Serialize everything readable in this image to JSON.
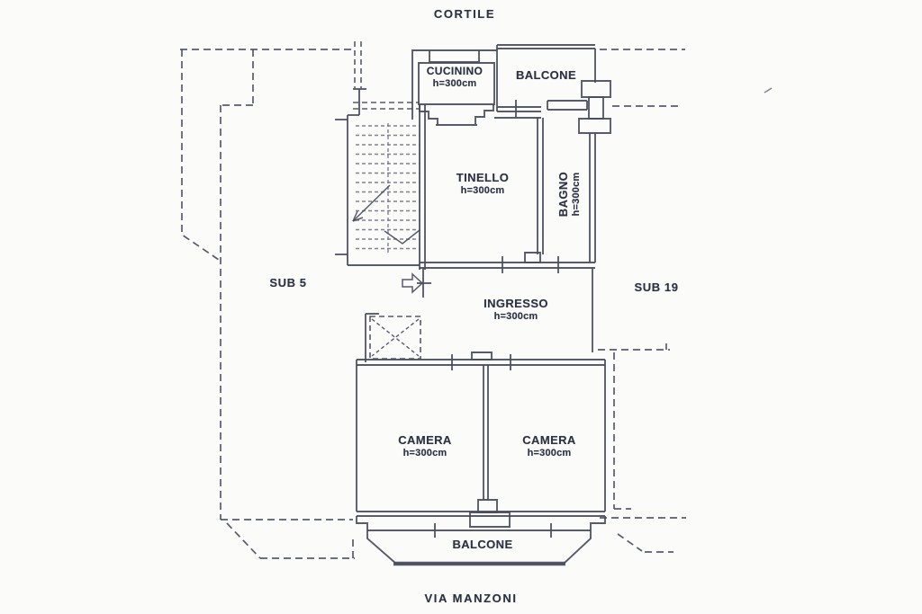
{
  "colors": {
    "line": "#4a4f61",
    "text": "#2d3242",
    "background": "#fbfbfa"
  },
  "site_labels": {
    "top": "CORTILE",
    "bottom": "VIA MANZONI",
    "left_unit": "SUB 5",
    "right_unit": "SUB 19"
  },
  "rooms": {
    "cucinino": {
      "name": "CUCININO",
      "height": "h=300cm"
    },
    "balcone_top": {
      "name": "BALCONE"
    },
    "tinello": {
      "name": "TINELLO",
      "height": "h=300cm"
    },
    "bagno": {
      "name": "BAGNO",
      "height": "h=300cm"
    },
    "ingresso": {
      "name": "INGRESSO",
      "height": "h=300cm"
    },
    "camera_left": {
      "name": "CAMERA",
      "height": "h=300cm"
    },
    "camera_right": {
      "name": "CAMERA",
      "height": "h=300cm"
    },
    "balcone_bottom": {
      "name": "BALCONE"
    }
  }
}
